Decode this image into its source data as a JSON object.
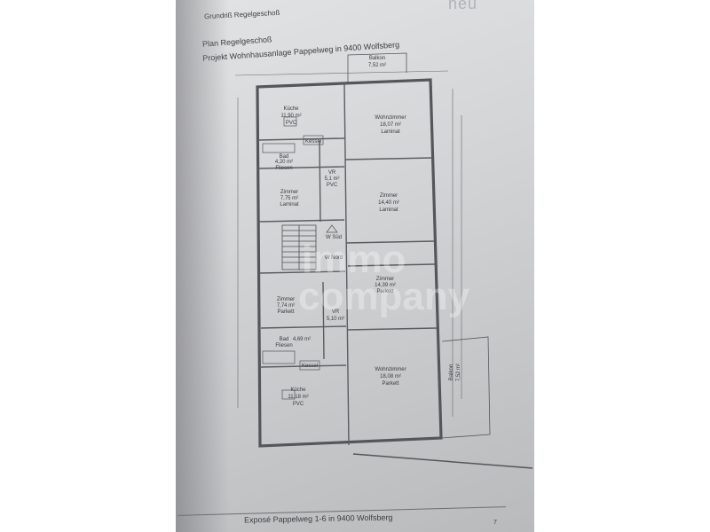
{
  "header": {
    "grundriss": "Grundriß Regelgeschoß",
    "plan_title": "Plan Regelgeschoß",
    "project_title": "Projekt Wohnhausanlage Pappelweg in 9400 Wolfsberg",
    "brand_corner": "neu"
  },
  "rooms": {
    "balkon_top": {
      "name": "Balkon",
      "area": "7,52 m²"
    },
    "kueche_top": {
      "name": "Küche",
      "area": "11,90 m²",
      "floor": "PVC"
    },
    "kessel_top": {
      "name": "Kessel"
    },
    "wohnzimmer_top": {
      "name": "Wohnzimmer",
      "area": "18,07 m²",
      "floor": "Laminat"
    },
    "bad_top": {
      "name": "Bad",
      "area": "4,20 m²",
      "floor": "Fliesen"
    },
    "vr_top": {
      "name": "VR",
      "area": "5,1 m²",
      "floor": "PVC"
    },
    "zimmer_small_top": {
      "name": "Zimmer",
      "area": "7,75 m²",
      "floor": "Laminat"
    },
    "zimmer_large_top": {
      "name": "Zimmer",
      "area": "14,40 m²",
      "floor": "Laminat"
    },
    "w_sued": {
      "name": "W Süd"
    },
    "w_nord": {
      "name": "W Nord"
    },
    "zimmer_large_bottom": {
      "name": "Zimmer",
      "area": "14,39 m²",
      "floor": "Parkett"
    },
    "zimmer_small_bottom": {
      "name": "Zimmer",
      "area": "7,74 m²",
      "floor": "Parkett"
    },
    "vr_bottom": {
      "name": "VR",
      "area": "5,10 m²"
    },
    "bad_bottom": {
      "name": "Bad",
      "area": "4,69 m²",
      "floor": "Fliesen"
    },
    "kessel_bottom": {
      "name": "Kessel"
    },
    "wohnzimmer_bottom": {
      "name": "Wohnzimmer",
      "area": "18,08 m²",
      "floor": "Parkett"
    },
    "balkon_bottom": {
      "name": "Balkon",
      "area": "7,52 m²"
    },
    "kueche_bottom": {
      "name": "Küche",
      "area": "11,18 m²",
      "floor": "PVC"
    }
  },
  "watermark": {
    "line1": "immo",
    "line2": "company"
  },
  "footer": {
    "text": "Exposé Pappelweg 1-6 in 9400 Wolfsberg",
    "page": "7"
  },
  "colors": {
    "paper": "#d3d4d6",
    "ink": "#3c3d40",
    "wall": "#55565a"
  }
}
